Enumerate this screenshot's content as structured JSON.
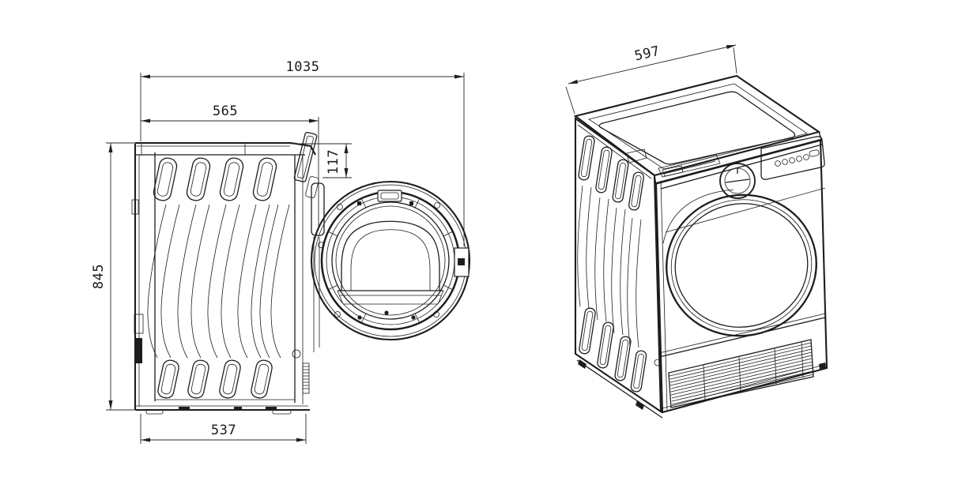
{
  "diagram": {
    "type": "technical-drawing",
    "subject": "tumble dryer dimension drawing: side view with door open and isometric front view",
    "views": {
      "side": "side view, door open",
      "isometric": "isometric front view"
    },
    "dimensions": {
      "total_depth_door_open": "1035",
      "body_depth": "565",
      "door_projection": "117",
      "height": "845",
      "base_depth": "537",
      "width": "597"
    },
    "colors": {
      "line": "#1d1d1d",
      "background": "#ffffff"
    }
  }
}
